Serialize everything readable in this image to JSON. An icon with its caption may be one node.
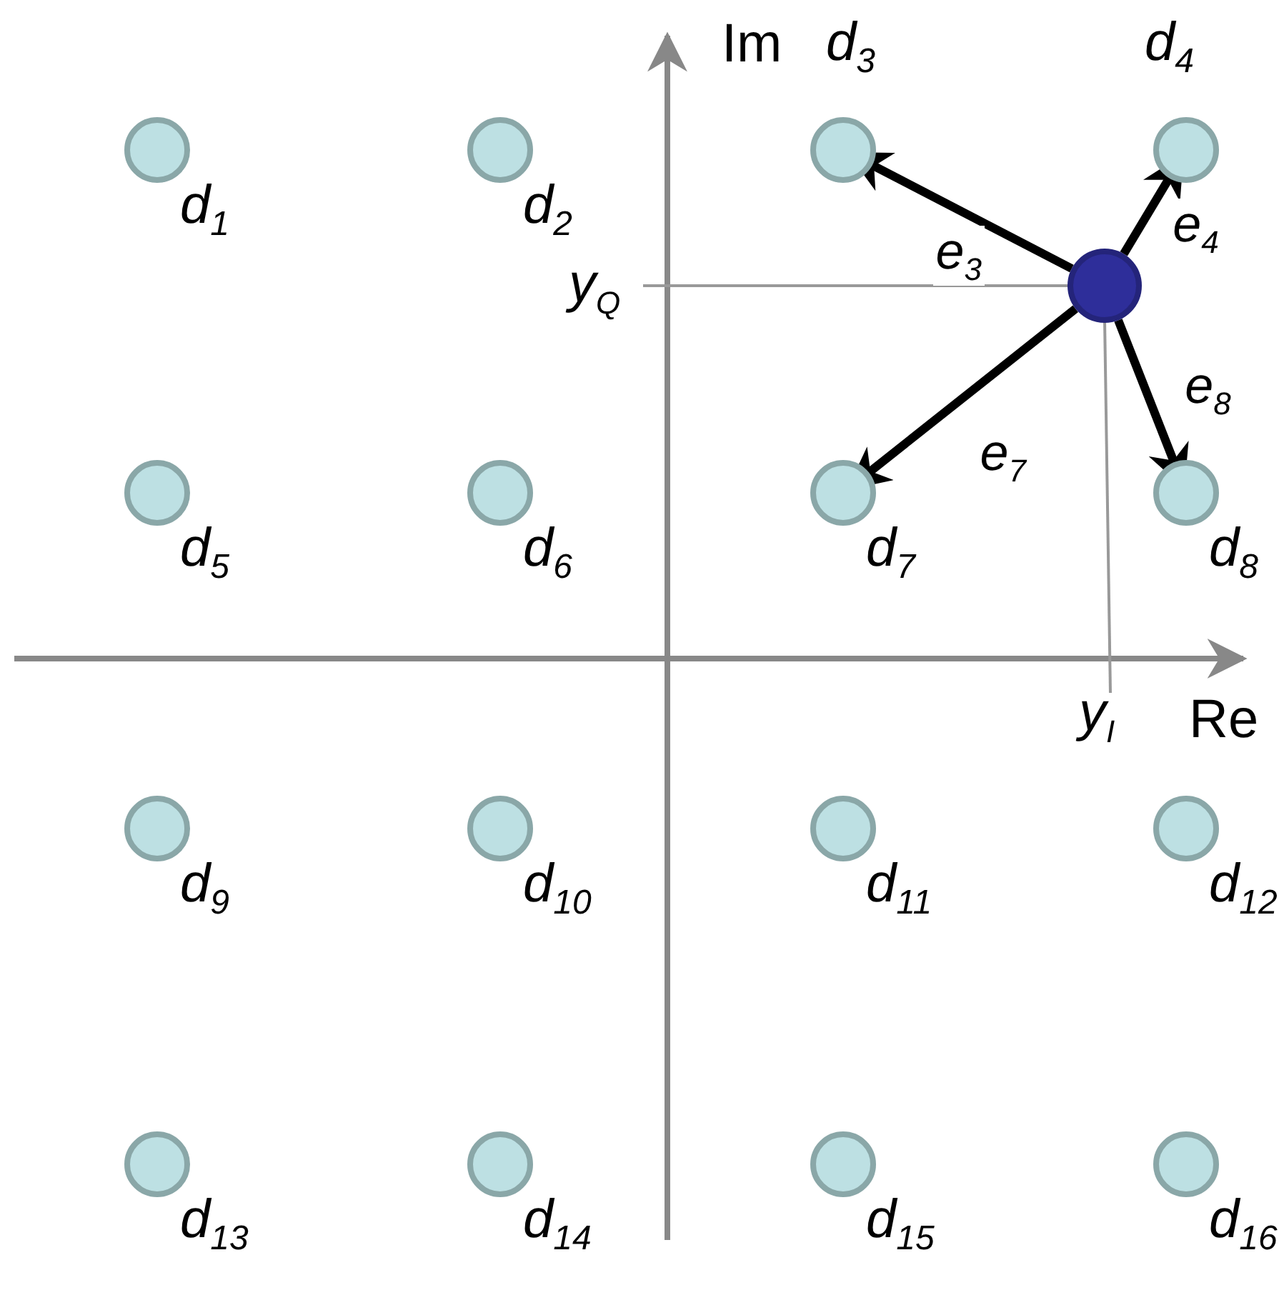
{
  "diagram": {
    "nodes": [
      {
        "text": [],
        "shape": "circle",
        "beside": [
          "d$_{1}$"
        ]
      },
      {
        "text": [],
        "shape": "circle",
        "beside": [
          "d$_{2}$"
        ]
      },
      {
        "text": [],
        "shape": "circle",
        "beside": [
          "d$_{3}$"
        ]
      },
      {
        "text": [],
        "shape": "circle",
        "beside": [
          "d$_{4}$"
        ]
      },
      {
        "text": [],
        "shape": "circle",
        "beside": [
          "d$_{5}$"
        ]
      },
      {
        "text": [],
        "shape": "circle",
        "beside": [
          "d$_{6}$"
        ]
      },
      {
        "text": [],
        "shape": "circle",
        "beside": [
          "d$_{7}$"
        ]
      },
      {
        "text": [],
        "shape": "circle",
        "beside": [
          "d$_{8}$"
        ]
      },
      {
        "text": [],
        "shape": "circle",
        "beside": [
          "d$_{9}$"
        ]
      },
      {
        "text": [],
        "shape": "circle",
        "beside": [
          "d$_{10}$"
        ]
      },
      {
        "text": [],
        "shape": "circle",
        "beside": [
          "d$_{11}$"
        ]
      },
      {
        "text": [],
        "shape": "circle",
        "beside": [
          "d$_{12}$"
        ]
      },
      {
        "text": [],
        "shape": "circle",
        "beside": [
          "d$_{13}$"
        ]
      },
      {
        "text": [],
        "shape": "circle",
        "beside": [
          "d$_{14}$"
        ]
      },
      {
        "text": [],
        "shape": "circle",
        "beside": [
          "d$_{15}$"
        ]
      },
      {
        "text": [],
        "shape": "circle",
        "beside": [
          "d$_{16}$"
        ]
      },
      {
        "text": [],
        "shape": "circle"
      }
    ],
    "edges": [
      {
        "from": 16,
        "to": 2,
        "arrow": "to",
        "label": "e$_{3}$"
      },
      {
        "from": 16,
        "to": 3,
        "arrow": "to",
        "label": "e$_{4}$"
      },
      {
        "from": 16,
        "to": 6,
        "arrow": "to",
        "label": "e$_{7}$"
      },
      {
        "from": 16,
        "to": 7,
        "arrow": "to",
        "label": "e$_{8}$"
      }
    ],
    "labels": [
      "Im",
      "y$_{Q}$",
      "y$_{I}$",
      "Re"
    ]
  }
}
